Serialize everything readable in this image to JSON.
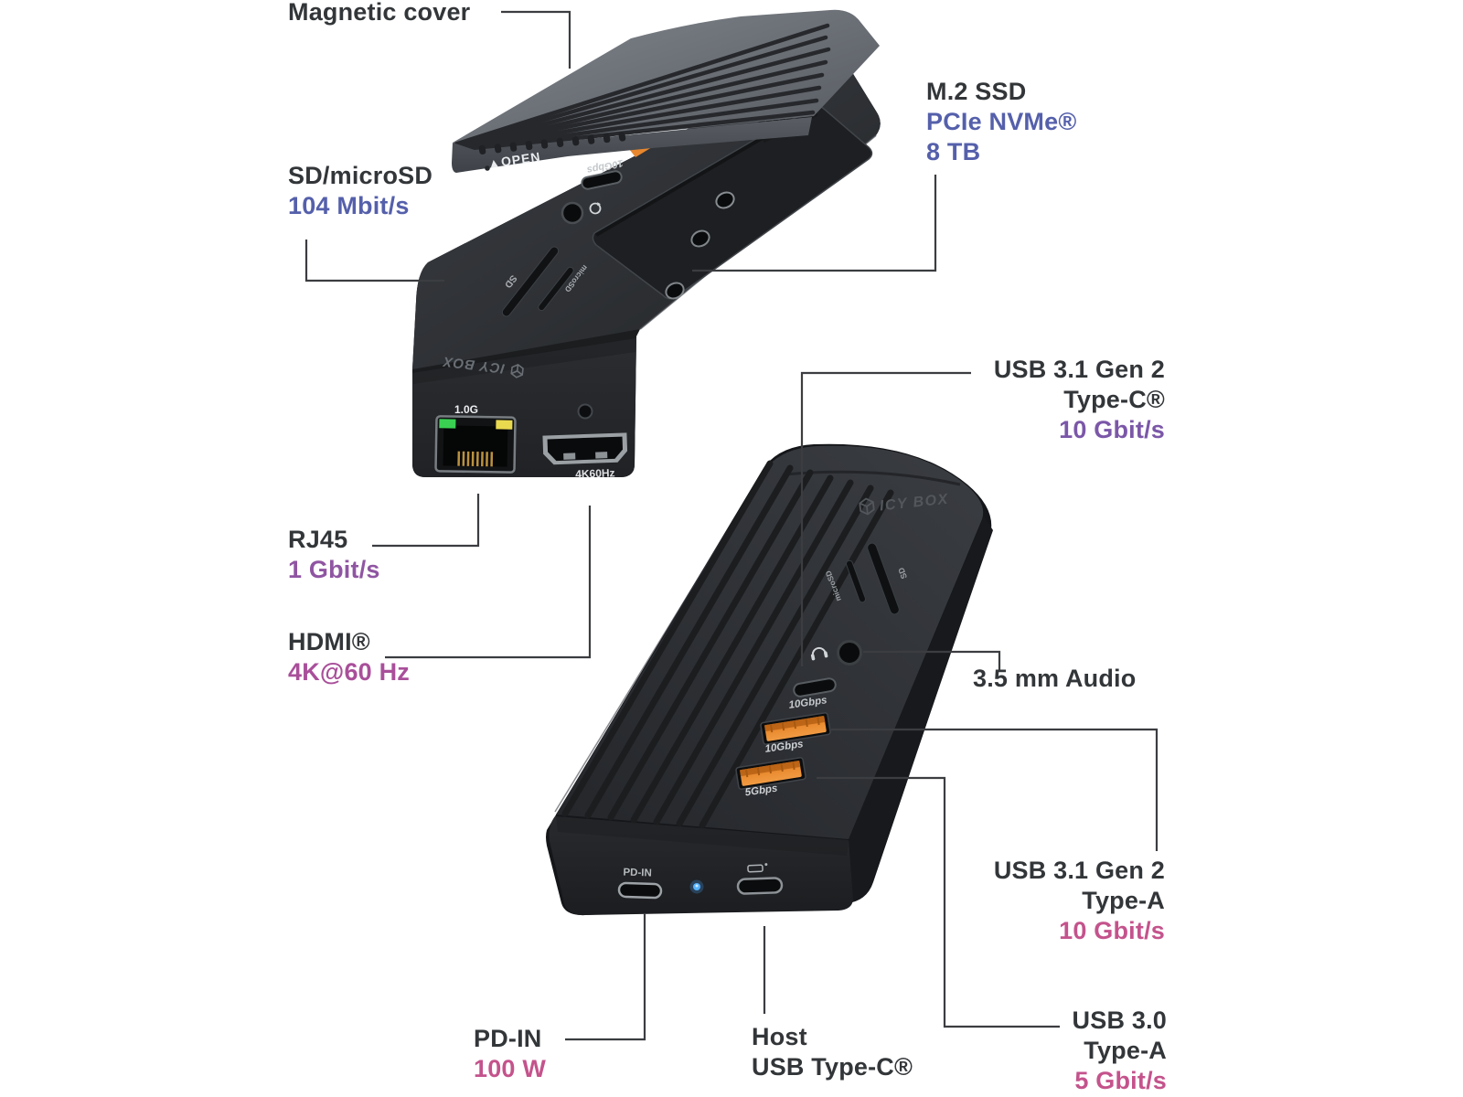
{
  "title": "ICY BOX USB-C dock with M.2 SSD enclosure - port diagram",
  "colors": {
    "background": "#ffffff",
    "callout_line": "#3b3d40",
    "label_dark": "#333639",
    "accent_blue": "#5560ab",
    "accent_purple": "#7b57a8",
    "accent_plum": "#8f55a2",
    "accent_violet": "#a94f9a",
    "accent_pink": "#c4538c",
    "device_body": "#2a2c30",
    "cover_gray": "#6a6e74",
    "usb_orange": "#e8872e",
    "led_green": "#3ad153",
    "led_yellow": "#e9d94f",
    "led_blue": "#4aa7ff"
  },
  "annotations": {
    "magnetic_cover": {
      "label": "Magnetic cover"
    },
    "m2_ssd": {
      "label": "M.2 SSD",
      "value1": "PCIe NVMe®",
      "value2": "8 TB"
    },
    "sd_microsd": {
      "label": "SD/microSD",
      "value": "104 Mbit/s"
    },
    "rj45": {
      "label": "RJ45",
      "value": "1 Gbit/s"
    },
    "hdmi": {
      "label": "HDMI®",
      "value": "4K@60 Hz"
    },
    "usb31_type_c": {
      "label_line1": "USB 3.1 Gen 2",
      "label_line2": "Type-C®",
      "value": "10 Gbit/s"
    },
    "audio": {
      "label": "3.5 mm Audio"
    },
    "usb31_type_a": {
      "label_line1": "USB 3.1 Gen 2",
      "label_line2": "Type-A",
      "value": "10 Gbit/s"
    },
    "usb30_type_a": {
      "label_line1": "USB 3.0",
      "label_line2": "Type-A",
      "value": "5 Gbit/s"
    },
    "pd_in": {
      "label": "PD-IN",
      "value": "100 W"
    },
    "host": {
      "label_line1": "Host",
      "label_line2": "USB Type-C®"
    }
  },
  "device_top": {
    "brand": "ICY BOX",
    "cover_text": "▲OPEN",
    "ports": {
      "usb_c_label": "10Gbps",
      "sd_label": "SD",
      "microsd_label": "microSD",
      "rj45_label": "1.0G",
      "hdmi_label": "4K60Hz"
    }
  },
  "device_bottom": {
    "brand": "ICY BOX",
    "ports": {
      "sd_label": "SD",
      "microsd_label": "microSD",
      "usb_c_label": "10Gbps",
      "usb_a1_label": "10Gbps",
      "usb_a2_label": "5Gbps",
      "pd_label": "PD-IN"
    }
  }
}
